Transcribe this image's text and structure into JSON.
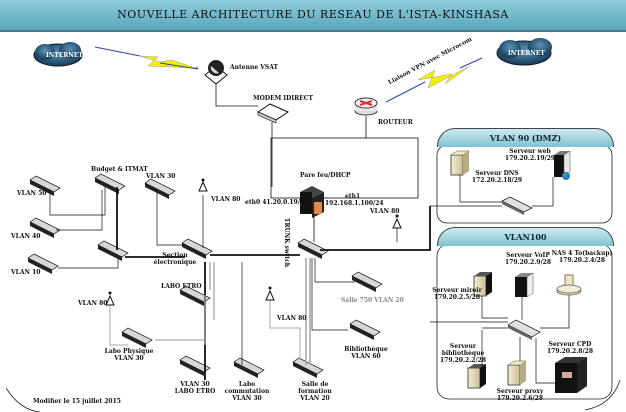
{
  "title": "NOUVELLE ARCHITECTURE DU RESEAU DE L'ISTA-KINSHASA",
  "footer_note": "Modifier le 15 juillet 2015",
  "colors": {
    "title_bar": "#6fb6c8",
    "vlan_header": "#7fc3d2",
    "lightning": "#f4f000",
    "cloud": "#2a5a7a"
  },
  "wan": {
    "internet_left": "INTERNET",
    "internet_right": "INTERNET",
    "vsat_antenna": "Antenne VSAT",
    "modem": "MODEM IDIRECT",
    "router": "ROUTEUR",
    "vpn_link": "Liaison VPN avec Microcom"
  },
  "firewall": {
    "label": "Pare feu/DHCP",
    "eth0": "eth0 41.20.0.19/21",
    "eth1_label": "eth1",
    "eth1_ip": "192.168.1.100/24",
    "trunk": "TRUNK switch"
  },
  "dmz": {
    "title": "VLAN 90 (DMZ)",
    "web_server": {
      "name": "Serveur web",
      "ip": "179.20.2.19/29"
    },
    "dns_server": {
      "name": "Serveur DNS",
      "ip": "172.20.2.18/29"
    }
  },
  "vlan100": {
    "title": "VLAN100",
    "mirror": {
      "name": "Serveur miroir",
      "ip": "179.20.2.5/28"
    },
    "voip": {
      "name": "Serveur VoIP",
      "ip": "179.20.2.9/28"
    },
    "nas": {
      "name": "NAS 4 To(backup)",
      "ip": "179.20.2.4/28"
    },
    "library": {
      "name1": "Serveur",
      "name2": "bibliothèque",
      "ip": "179.20.2.2/28"
    },
    "proxy": {
      "name": "Serveur proxy",
      "ip": "179.20.2.6/28"
    },
    "cpd": {
      "name": "Serveur CPD",
      "ip": "179.20.2.8/28"
    }
  },
  "lan": {
    "budget": "Budget & ITMAT",
    "vlan50_a": "VLAN 50",
    "vlan40": "VLAN 40",
    "vlan10": "VLAN 10",
    "vlan30_top": "VLAN 30",
    "vlan80_top": "VLAN 80",
    "section1": "Section",
    "section2": "électronique",
    "vlan80_mid": "VLAN 80",
    "labo_etro": "LABO ETRO",
    "vlan80_left": "VLAN 80",
    "labo_phys1": "Labo Physique",
    "labo_phys2": "VLAN 30",
    "vlan30_labo1": "VLAN 30",
    "vlan30_labo2": "LABO ETRO",
    "labo_comm1": "Labo",
    "labo_comm2": "commutation",
    "labo_comm3": "VLAN 30",
    "vlan80_low": "VLAN 80",
    "salle_form1": "Salle de",
    "salle_form2": "formation",
    "salle_form3": "VLAN 20",
    "salle_750": "Salle 750 VLAN 20",
    "biblio1": "Bibliothèque",
    "biblio2": "VLAN 60"
  }
}
